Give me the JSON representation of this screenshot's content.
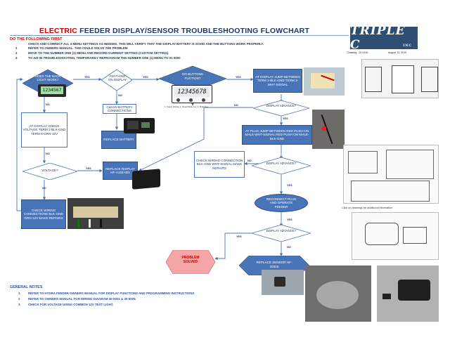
{
  "title": {
    "part1": "ELECTRIC",
    "part2": " FEEDER DISPLAY/SENSOR TROUBLESHOOTING FLOWCHART"
  },
  "logo": {
    "text": "TRIPLE C",
    "inc": "INC"
  },
  "meta": {
    "drawing": "Drawing : 10-0316",
    "date": "August 13, 2015"
  },
  "do_first": "DO THE FOLLOWING FIRST",
  "instructions": [
    "CHECK AND CORRECT ALL 4 MENU SETTINGS AS NEEDED. THIS WILL VERIFY THAT THE DISPLAY BATTERY IS GOOD AND THE BUTTONS WORK PROPERLY.",
    "REFER TO OWNERS MANUAL. THIS COULD SOLVE THE PROBLEM",
    "MOVE TO THE NUMBER ONE (1) MENU AND RECORD CURRENT SETTING (CUSTOM SETTING).",
    "TO AID IN TROUBLESHOOTING, TEMPORARILY REPROGRAM THE NUMBER ONE (1) MENU TO 01 0000"
  ],
  "instruction_numbers": [
    "1",
    "2",
    "3"
  ],
  "nodes": {
    "backlight": "DOES THE BACK LIGHT WORK?",
    "anything": "ANYTHING ON DISPLAY",
    "buttons": "DO BUTTONS FUCTION?",
    "jump1": "AT DISPLAY JUMP BETWEEN TERM 1-BLK-GND TERM 3-WHT-SIGNAL",
    "clean": "CLEAN BATTERY CONNECTIONS",
    "replace_battery": "REPLACE BATTERY",
    "check_voltage": "AT DISPLAY CHECK VOLTAGE TERM 1-BLK-GND TERM 8-GRN-12V",
    "display_adv1": "DISPLAY ADVANCE?",
    "plug_jump": "AT PLUG JUMP BETWEEN RED PUSH ON MALE-WHT-SIGNAL RED PUSH ON MALE-BLK-GND",
    "check_wiring": "CHECK WIRING CONNECTION BLK-GND WHT-SIGNAL MAKE REPAIRS",
    "voltage": "VOLTAGE?",
    "replace_display": "REPLACE DISPLAY HF-A103-005",
    "display_adv2": "DISPLAY ADVANCE?",
    "check_wiring2": "CHECK WIRING CONNECTIONS BLK-GND GRN-12V MAKE REPAIRS",
    "reconnect": "RECONNECT PLUG AND OPERATE FEEDER",
    "display_adv3": "DISPLAY ADVANCE?",
    "solved": "PROBLEM SOLVED",
    "replace_sensor": "REPLACE SENSOR HF-10316"
  },
  "lcd": {
    "small": "1234567",
    "large": "12345678"
  },
  "lcd_legend": "1- Select Display   2- Reset/Mode Key   3- Mode Key",
  "labels": {
    "yes": "YES",
    "no": "NO"
  },
  "click_note": "Click on drawings for additional information",
  "notes_heading": "GENERAL NOTES",
  "notes": [
    "REFER TO HYDRA FEEDER OWNERS MANUAL FOR DISPLAY FUNCTIONS AND PROGRAMMING INSTRUCTIONS",
    "REFER TO OWNERS MANUAL FOR WIRING DIAGRAM 30-5001 & 30-5005.",
    "CHECK FOR VOLTAGE USING COMMON 12V TEST LIGHT."
  ],
  "colors": {
    "accent": "#4a74b8",
    "title": "#1f3864",
    "red": "#d00000",
    "solved": "#f4a6a6"
  }
}
